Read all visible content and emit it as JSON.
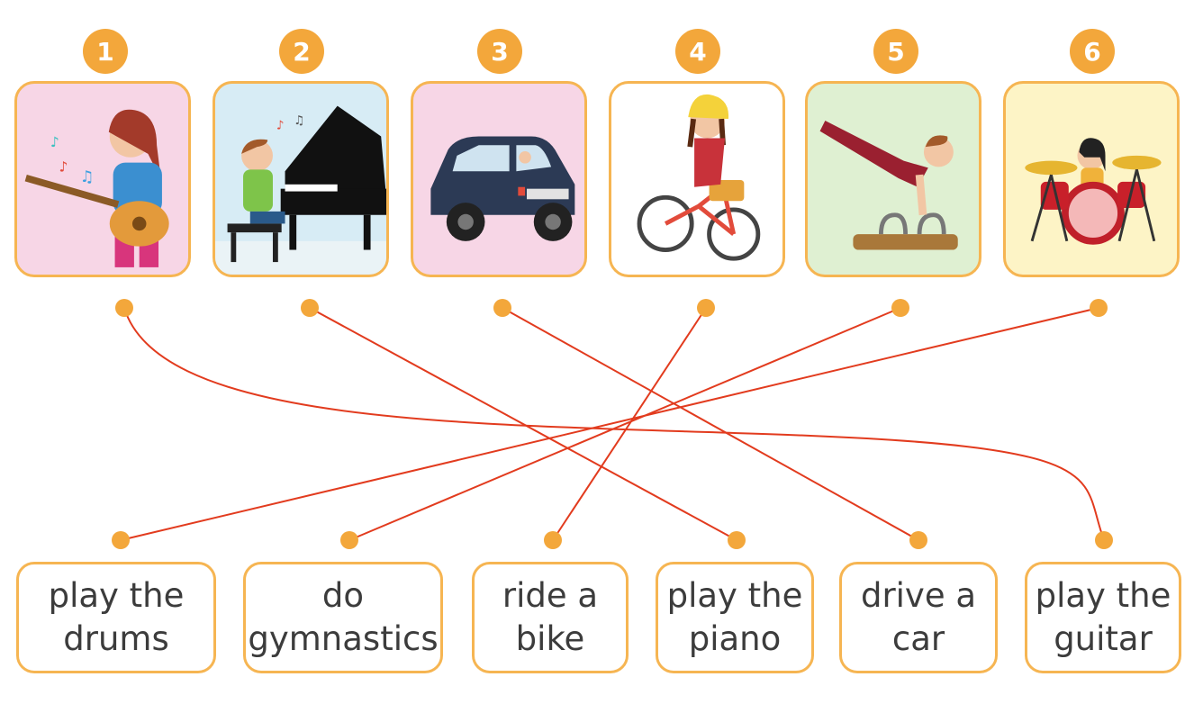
{
  "badges": [
    "1",
    "2",
    "3",
    "4",
    "5",
    "6"
  ],
  "pictures": [
    {
      "icon": "girl-playing-guitar",
      "bg": "#f7d6e6"
    },
    {
      "icon": "boy-playing-piano",
      "bg": "#d7ecf5"
    },
    {
      "icon": "person-driving-car",
      "bg": "#f7d6e6"
    },
    {
      "icon": "girl-riding-bike",
      "bg": "#ffffff"
    },
    {
      "icon": "boy-doing-gymnastics",
      "bg": "#dff0d2"
    },
    {
      "icon": "girl-playing-drums",
      "bg": "#fdf4c6"
    }
  ],
  "phrases": [
    "play the\ndrums",
    "do\ngymnastics",
    "ride a\nbike",
    "play the\npiano",
    "drive a\ncar",
    "play the\nguitar"
  ],
  "matches": [
    {
      "picture": 1,
      "phrase": 6
    },
    {
      "picture": 2,
      "phrase": 4
    },
    {
      "picture": 3,
      "phrase": 5
    },
    {
      "picture": 4,
      "phrase": 3
    },
    {
      "picture": 5,
      "phrase": 2
    },
    {
      "picture": 6,
      "phrase": 1
    }
  ],
  "colors": {
    "accent": "#f3a73b",
    "border": "#f6b552",
    "line": "#e23b1e"
  }
}
